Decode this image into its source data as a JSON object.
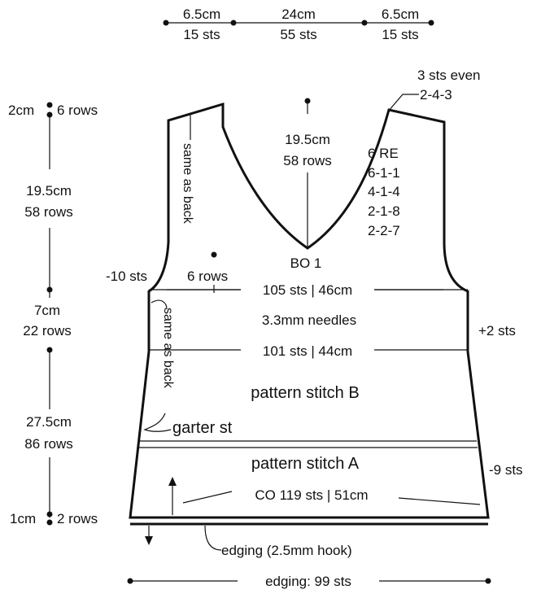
{
  "top_dimensions": {
    "left": {
      "cm": "6.5cm",
      "sts": "15 sts"
    },
    "center": {
      "cm": "24cm",
      "sts": "55 sts"
    },
    "right": {
      "cm": "6.5cm",
      "sts": "15 sts"
    }
  },
  "left_dimensions": {
    "shoulder": {
      "cm": "2cm",
      "rows": "6 rows"
    },
    "armhole": {
      "cm": "19.5cm",
      "rows": "58 rows"
    },
    "yoke": {
      "cm": "7cm",
      "rows": "22 rows"
    },
    "body": {
      "cm": "27.5cm",
      "rows": "86 rows"
    },
    "edge": {
      "cm": "1cm",
      "rows": "2 rows"
    }
  },
  "annotations": {
    "shoulder_shaping": {
      "line1": "3 sts even",
      "line2": "2-4-3"
    },
    "neck_depth": {
      "cm": "19.5cm",
      "rows": "58 rows"
    },
    "neck_decreases": [
      "6 RE",
      "6-1-1",
      "4-1-4",
      "2-1-8",
      "2-2-7"
    ],
    "bind_off_center": "BO 1",
    "same_as_back_upper": "same as back",
    "same_as_back_lower": "same as back",
    "armhole_bindoff": "-10 sts",
    "armhole_rows": "6 rows",
    "bust_width": "105 sts | 46cm",
    "needles": "3.3mm needles",
    "increase_side": "+2 sts",
    "waist_width": "101 sts | 44cm",
    "pattern_b": "pattern stitch B",
    "garter": "garter st",
    "pattern_a": "pattern stitch A",
    "decrease_side": "-9 sts",
    "cast_on": "CO 119 sts | 51cm",
    "edging_label": "edging (2.5mm hook)",
    "edging_count": "edging: 99 sts"
  }
}
